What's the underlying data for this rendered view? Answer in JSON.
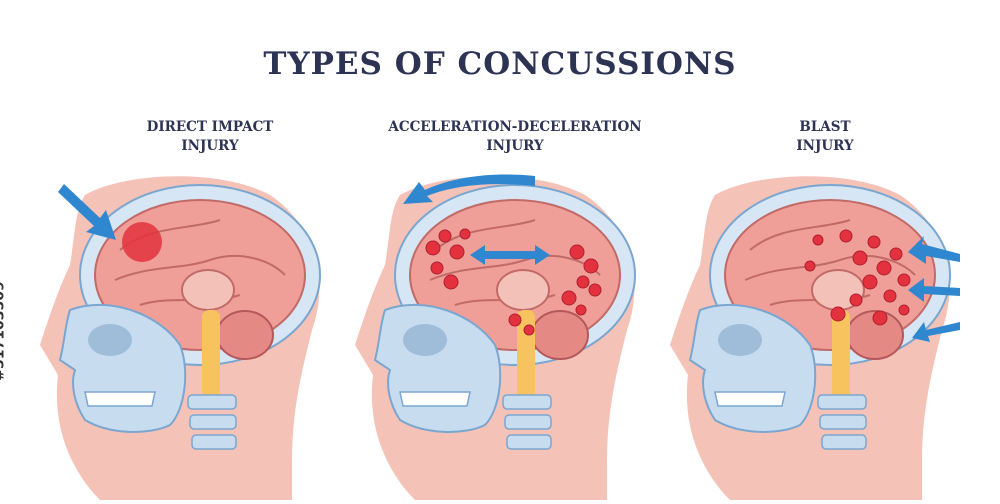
{
  "title": "TYPES OF CONCUSSIONS",
  "panels": [
    {
      "label_line1": "DIRECT IMPACT",
      "label_line2": "INJURY"
    },
    {
      "label_line1": "ACCELERATION-DECELERATION",
      "label_line2": "INJURY"
    },
    {
      "label_line1": "BLAST",
      "label_line2": "INJURY"
    }
  ],
  "stock_id": "#517103509",
  "colors": {
    "title": "#2d3353",
    "skin": "#f3b8ae",
    "skull": "#c8dcef",
    "brain": "#ee9a94",
    "lesion": "#e3323e",
    "arrow": "#2f88cf",
    "spine": "#f4c05a"
  },
  "icons": [
    "impact-arrow-icon",
    "motion-arrow-icon",
    "blast-arrow-icon"
  ]
}
